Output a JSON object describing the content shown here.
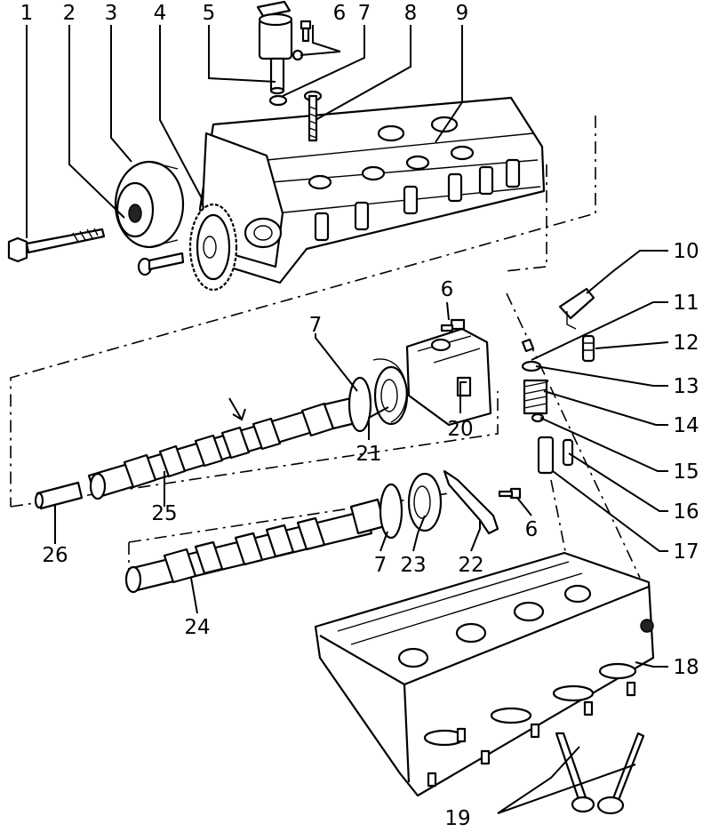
{
  "callouts": [
    {
      "id": "1",
      "text": "1"
    },
    {
      "id": "2",
      "text": "2"
    },
    {
      "id": "3",
      "text": "3"
    },
    {
      "id": "4",
      "text": "4"
    },
    {
      "id": "5",
      "text": "5"
    },
    {
      "id": "6a",
      "text": "6"
    },
    {
      "id": "7a",
      "text": "7"
    },
    {
      "id": "8",
      "text": "8"
    },
    {
      "id": "9",
      "text": "9"
    },
    {
      "id": "10",
      "text": "10"
    },
    {
      "id": "11",
      "text": "11"
    },
    {
      "id": "12",
      "text": "12"
    },
    {
      "id": "13",
      "text": "13"
    },
    {
      "id": "14",
      "text": "14"
    },
    {
      "id": "15",
      "text": "15"
    },
    {
      "id": "16",
      "text": "16"
    },
    {
      "id": "17",
      "text": "17"
    },
    {
      "id": "18",
      "text": "18"
    },
    {
      "id": "19",
      "text": "19"
    },
    {
      "id": "20",
      "text": "20"
    },
    {
      "id": "21",
      "text": "21"
    },
    {
      "id": "22",
      "text": "22"
    },
    {
      "id": "23",
      "text": "23"
    },
    {
      "id": "24",
      "text": "24"
    },
    {
      "id": "25",
      "text": "25"
    },
    {
      "id": "26",
      "text": "26"
    },
    {
      "id": "6b",
      "text": "6"
    },
    {
      "id": "7b",
      "text": "7"
    },
    {
      "id": "6c",
      "text": "6"
    },
    {
      "id": "7c",
      "text": "7"
    }
  ]
}
